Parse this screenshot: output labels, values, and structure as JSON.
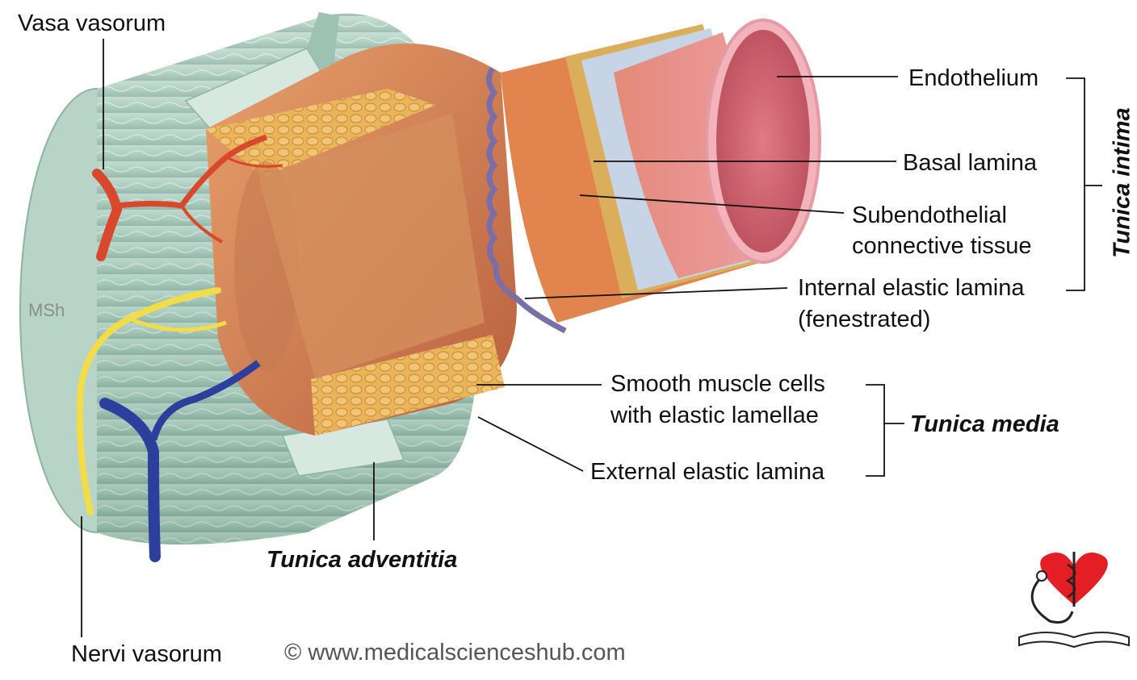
{
  "labels": {
    "vasa_vasorum": "Vasa vasorum",
    "endothelium": "Endothelium",
    "basal_lamina": "Basal lamina",
    "subendothelial_1": "Subendothelial",
    "subendothelial_2": "connective tissue",
    "internal_elastic_1": "Internal elastic lamina",
    "internal_elastic_2": "(fenestrated)",
    "smooth_muscle_1": "Smooth muscle cells",
    "smooth_muscle_2": "with elastic lamellae",
    "external_elastic": "External elastic lamina",
    "tunica_intima": "Tunica intima",
    "tunica_media": "Tunica media",
    "tunica_adventitia": "Tunica adventitia",
    "nervi_vasorum": "Nervi vasorum",
    "watermark": "MSh",
    "copyright": "© www.medicalscienceshub.com"
  },
  "colors": {
    "adventitia": "#a9cbbd",
    "media": "#d98a5c",
    "intima": "#e9a2a8",
    "lumen": "#d76e78",
    "basal": "#c6d4e6",
    "artery": "#d9482b",
    "vein": "#2c3f9c",
    "nerve": "#f2dc48",
    "fat": "#e2ab4e",
    "logo_heart": "#e31e24"
  }
}
